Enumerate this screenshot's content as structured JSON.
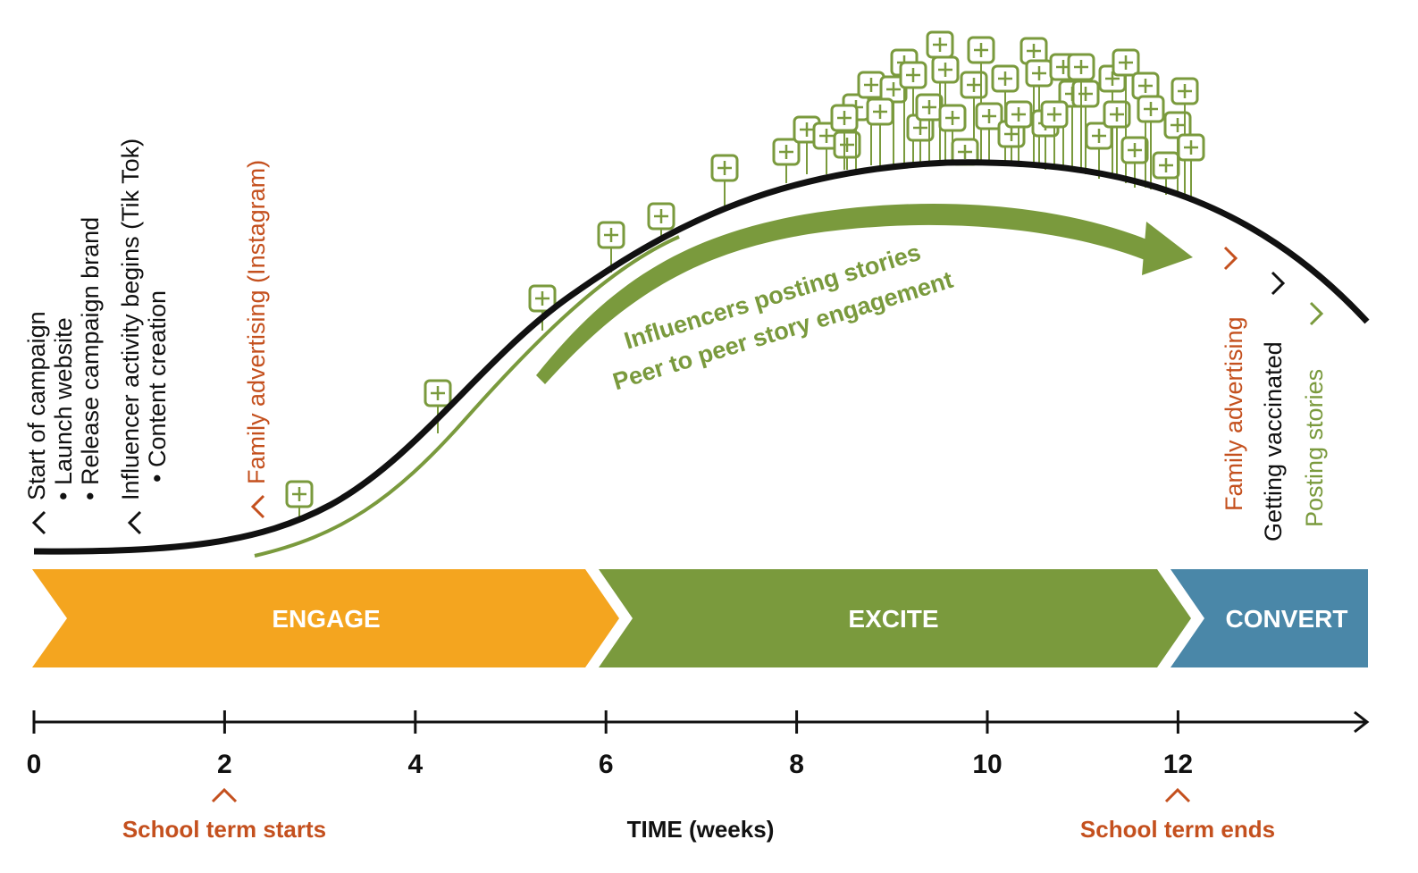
{
  "colors": {
    "engage": "#F4A51F",
    "excite": "#7A9A3D",
    "convert": "#4A87A8",
    "accent_text": "#C4501E",
    "curve": "#111111"
  },
  "left_notes": {
    "start": "Start of campaign",
    "launch": "• Launch website",
    "release": "• Release campaign brand",
    "influencer": "Influencer activity begins (Tik Tok)",
    "content": "• Content creation",
    "family_instagram": "Family advertising (Instagram)"
  },
  "arrow_text": {
    "line1": "Influencers posting stories",
    "line2": "Peer to peer story engagement"
  },
  "right_notes": {
    "family": "Family advertising",
    "vaccinated": "Getting vaccinated",
    "posting": "Posting stories"
  },
  "phases": [
    {
      "label": "ENGAGE"
    },
    {
      "label": "EXCITE"
    },
    {
      "label": "CONVERT"
    }
  ],
  "axis": {
    "ticks": [
      "0",
      "2",
      "4",
      "6",
      "8",
      "10",
      "12"
    ],
    "label": "TIME (weeks)"
  },
  "markers": {
    "term_start": "School term starts",
    "term_end": "School term ends"
  },
  "icons": {
    "post": "plus-square-icon"
  }
}
